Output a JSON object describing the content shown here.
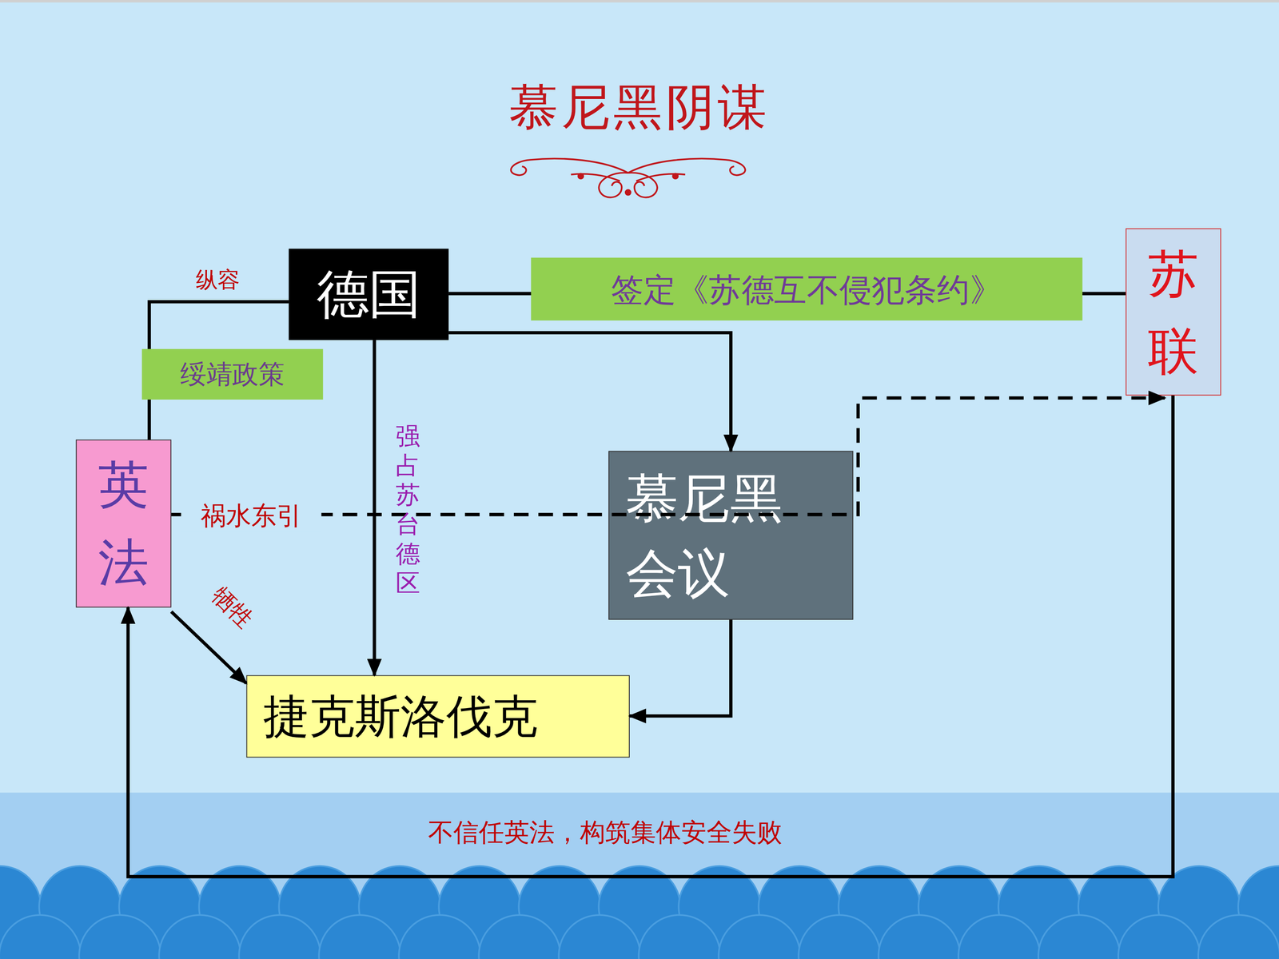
{
  "diagram": {
    "title": "慕尼黑阴谋",
    "nodes": [
      {
        "text": [
          "德国"
        ]
      },
      {
        "text": [
          "苏联"
        ]
      },
      {
        "text": [
          "英法"
        ]
      },
      {
        "text": [
          "慕尼黑会议"
        ]
      },
      {
        "text": [
          "捷克斯洛伐克"
        ]
      }
    ],
    "edges": [
      {
        "from": 0,
        "to": 1,
        "arrow": "none",
        "label": "签定《苏德互不侵犯条约》"
      },
      {
        "from": 2,
        "to": 0,
        "arrow": "none",
        "label": "纵容"
      },
      {
        "from": 0,
        "to": 3,
        "arrow": "to"
      },
      {
        "from": 0,
        "to": 4,
        "arrow": "to",
        "label": "强占苏台德区"
      },
      {
        "from": 2,
        "to": 4,
        "arrow": "to",
        "label": "牺牲"
      },
      {
        "from": 3,
        "to": 4,
        "arrow": "to"
      },
      {
        "from": 1,
        "to": 2,
        "arrow": "to",
        "label": "不信任英法，构筑集体安全失败"
      },
      {
        "from": 2,
        "to": 1,
        "arrow": "to",
        "label": "祸水东引"
      }
    ],
    "labels": [
      "绥靖政策"
    ]
  }
}
